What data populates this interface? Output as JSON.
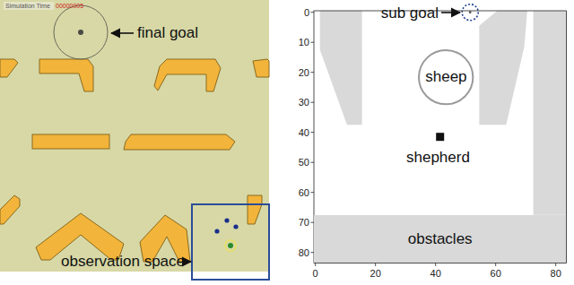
{
  "diagram": {
    "nodes": [
      {
        "text": [
          "sheep"
        ]
      },
      {
        "text": [
          "obstacles"
        ]
      }
    ],
    "labels": [
      "Simulation Time",
      "00000005",
      "final goal",
      "observation space",
      "sub goal",
      "shepherd",
      "0",
      "20",
      "40",
      "60",
      "80",
      "0",
      "10",
      "20",
      "30",
      "40",
      "50",
      "60",
      "70",
      "80"
    ]
  }
}
